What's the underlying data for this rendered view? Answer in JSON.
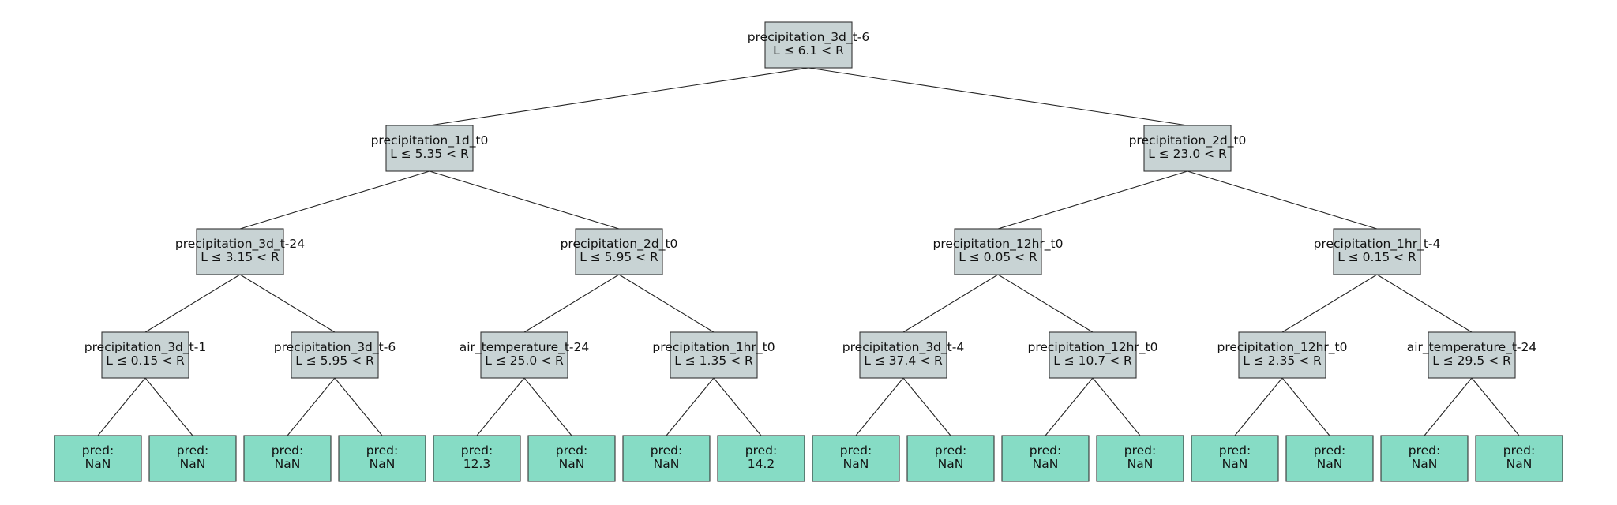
{
  "tree": {
    "split_nodes": [
      {
        "id": "n0",
        "feature": "precipitation_3d_t-6",
        "rule": "L ≤ 6.1 < R"
      },
      {
        "id": "n1",
        "feature": "precipitation_1d_t0",
        "rule": "L ≤ 5.35 < R"
      },
      {
        "id": "n2",
        "feature": "precipitation_2d_t0",
        "rule": "L ≤ 23.0 < R"
      },
      {
        "id": "n3",
        "feature": "precipitation_3d_t-24",
        "rule": "L ≤ 3.15 < R"
      },
      {
        "id": "n4",
        "feature": "precipitation_2d_t0",
        "rule": "L ≤ 5.95 < R"
      },
      {
        "id": "n5",
        "feature": "precipitation_12hr_t0",
        "rule": "L ≤ 0.05 < R"
      },
      {
        "id": "n6",
        "feature": "precipitation_1hr_t-4",
        "rule": "L ≤ 0.15 < R"
      },
      {
        "id": "n7",
        "feature": "precipitation_3d_t-1",
        "rule": "L ≤ 0.15 < R"
      },
      {
        "id": "n8",
        "feature": "precipitation_3d_t-6",
        "rule": "L ≤ 5.95 < R"
      },
      {
        "id": "n9",
        "feature": "air_temperature_t-24",
        "rule": "L ≤ 25.0 < R"
      },
      {
        "id": "n10",
        "feature": "precipitation_1hr_t0",
        "rule": "L ≤ 1.35 < R"
      },
      {
        "id": "n11",
        "feature": "precipitation_3d_t-4",
        "rule": "L ≤ 37.4 < R"
      },
      {
        "id": "n12",
        "feature": "precipitation_12hr_t0",
        "rule": "L ≤ 10.7 < R"
      },
      {
        "id": "n13",
        "feature": "precipitation_12hr_t0",
        "rule": "L ≤ 2.35 < R"
      },
      {
        "id": "n14",
        "feature": "air_temperature_t-24",
        "rule": "L ≤ 29.5 < R"
      }
    ],
    "leaf_nodes": [
      {
        "label": "pred:",
        "value": "NaN"
      },
      {
        "label": "pred:",
        "value": "NaN"
      },
      {
        "label": "pred:",
        "value": "NaN"
      },
      {
        "label": "pred:",
        "value": "NaN"
      },
      {
        "label": "pred:",
        "value": "12.3"
      },
      {
        "label": "pred:",
        "value": "NaN"
      },
      {
        "label": "pred:",
        "value": "NaN"
      },
      {
        "label": "pred:",
        "value": "14.2"
      },
      {
        "label": "pred:",
        "value": "NaN"
      },
      {
        "label": "pred:",
        "value": "NaN"
      },
      {
        "label": "pred:",
        "value": "NaN"
      },
      {
        "label": "pred:",
        "value": "NaN"
      },
      {
        "label": "pred:",
        "value": "NaN"
      },
      {
        "label": "pred:",
        "value": "NaN"
      },
      {
        "label": "pred:",
        "value": "NaN"
      },
      {
        "label": "pred:",
        "value": "NaN"
      }
    ],
    "colors": {
      "split_fill": "#c8d3d4",
      "leaf_fill": "#86dcc5",
      "edge": "#222222",
      "border": "#333333"
    }
  }
}
